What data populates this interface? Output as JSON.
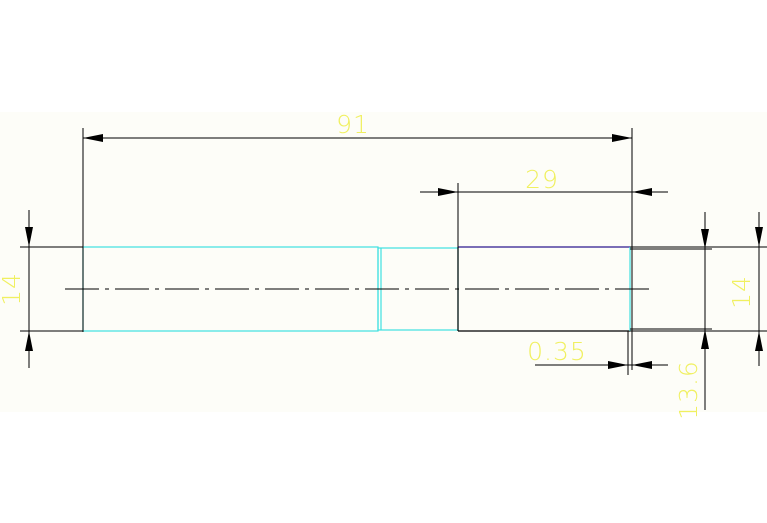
{
  "colors": {
    "background": "#ffffff",
    "sheet": "#fdfdf8",
    "dimension_line": "#000000",
    "dimension_text": "#f0f060",
    "outline_cyan": "#3fe0e0",
    "outline_dark": "#000000",
    "outline_accent": "#4f3f9f",
    "centerline": "#000000"
  },
  "dimensions": {
    "overall_length": "91",
    "right_section_length": "29",
    "left_diameter": "14",
    "right_diameter": "14",
    "offset": "0.35",
    "reduced_diameter": "13.6"
  }
}
